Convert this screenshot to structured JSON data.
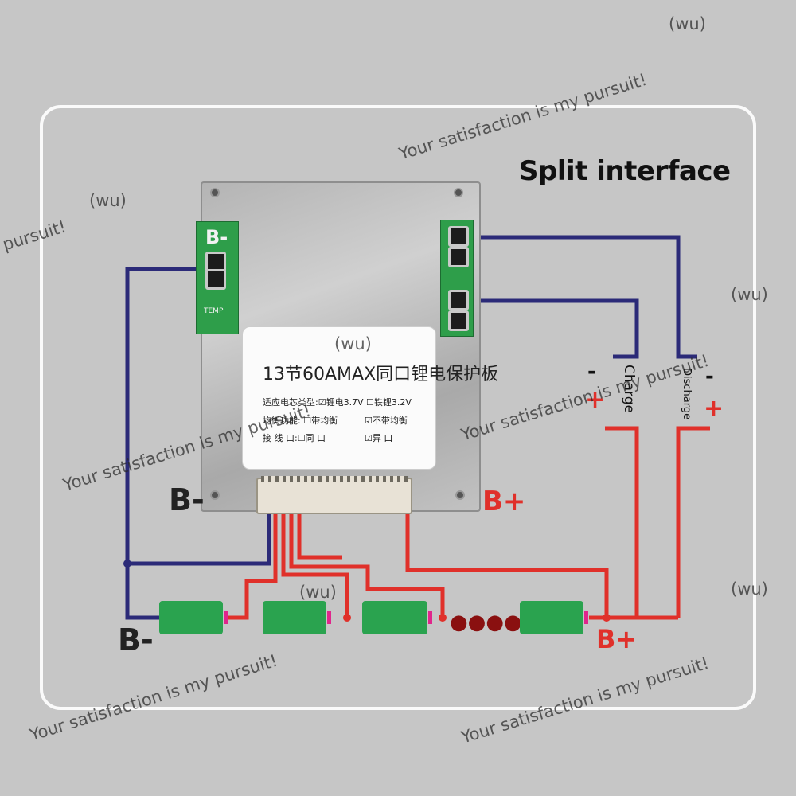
{
  "title": "Split interface",
  "labels": {
    "b_minus_top": "B-",
    "b_minus_bottom": "B-",
    "b_plus_top": "B+",
    "b_plus_bottom": "B+",
    "charge": "Charge",
    "discharge": "Discharge",
    "charge_minus": "-",
    "charge_plus": "+",
    "discharge_minus": "-",
    "discharge_plus": "+"
  },
  "board": {
    "pcb_b_minus": "B-",
    "pcb_temp": "TEMP",
    "spec_heading": "13节60AMAX同口锂电保护板",
    "row1_left": "适应电芯类型:☑锂电3.7V",
    "row1_right": "☐铁锂3.2V",
    "row2_left": "均衡功能: ☐带均衡",
    "row2_right": "☑不带均衡",
    "row3_left": "接 线 口:☐同 口",
    "row3_right": "☑异 口"
  },
  "watermarks": {
    "main": "Your satisfaction is my pursuit!",
    "pursuit_fragment": "pursuit!",
    "tag": "(wu)"
  },
  "colors": {
    "background": "#c6c6c6",
    "frame": "#fafafa",
    "wire_negative": "#2b2a78",
    "wire_positive": "#e0302a",
    "cell": "#2aa34f",
    "cell_terminal": "#e0268c"
  }
}
